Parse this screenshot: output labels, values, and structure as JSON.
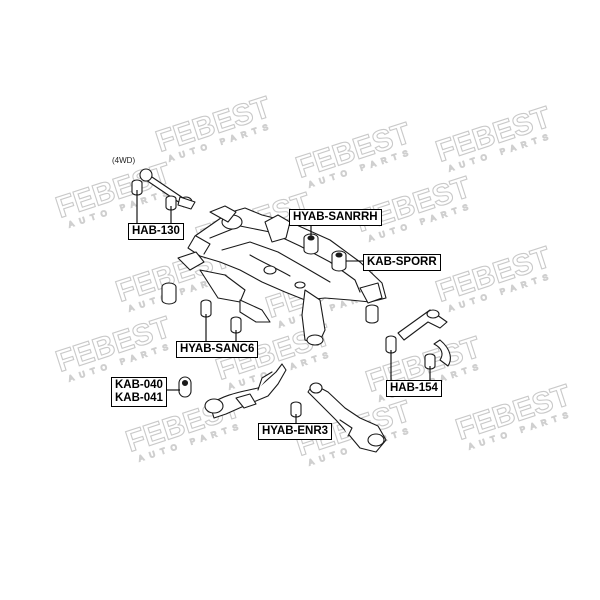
{
  "diagram": {
    "variant_note": "(4WD)",
    "watermark_brand": "FEBEST",
    "watermark_tagline": "AUTO PARTS",
    "colors": {
      "line": "#1a1a1a",
      "watermark": "#c9c9c9",
      "label_border": "#000000",
      "background": "#ffffff"
    },
    "labels": {
      "hab130": "HAB-130",
      "hyab_sanrrh": "HYAB-SANRRH",
      "kab_sporr": "KAB-SPORR",
      "hyab_sanc6": "HYAB-SANC6",
      "hab154": "HAB-154",
      "kab040": "KAB-040",
      "kab041": "KAB-041",
      "hyab_enr3": "HYAB-ENR3"
    },
    "icons": [
      "subframe-drawing",
      "bushing-icon",
      "control-arm-drawing",
      "leader-line"
    ]
  }
}
